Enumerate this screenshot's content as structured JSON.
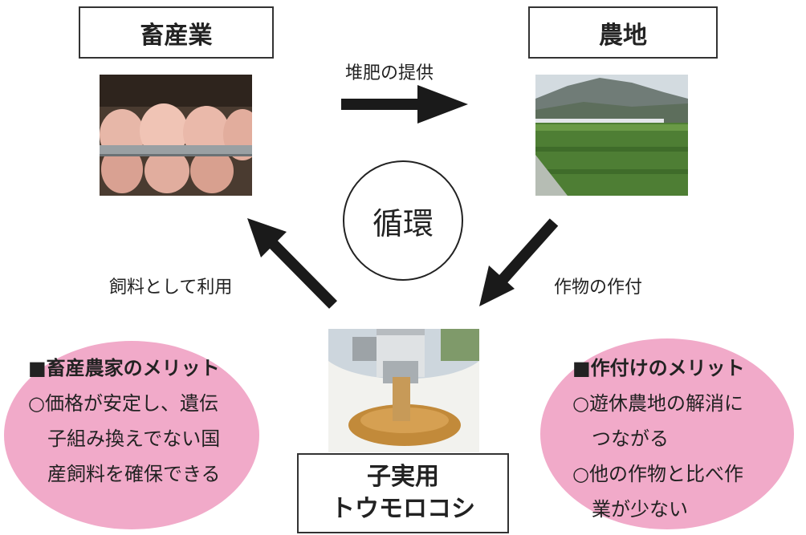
{
  "boxes": {
    "livestock": "畜産業",
    "farmland": "農地",
    "corn_line1": "子実用",
    "corn_line2": "トウモロコシ"
  },
  "labels": {
    "compost": "堆肥の提供",
    "feed": "飼料として利用",
    "crop": "作物の作付"
  },
  "center": "循環",
  "merits": {
    "left": {
      "title": "■畜産農家のメリット",
      "lines": [
        "○価格が安定し、遺伝",
        "子組み換えでない国",
        "産飼料を確保できる"
      ]
    },
    "right": {
      "title": "■作付けのメリット",
      "lines": [
        "○遊休農地の解消に",
        "つながる",
        "○他の作物と比べ作",
        "業が少ない"
      ]
    }
  },
  "colors": {
    "ellipse": "#f1aac9",
    "arrow": "#1a1a1a"
  }
}
